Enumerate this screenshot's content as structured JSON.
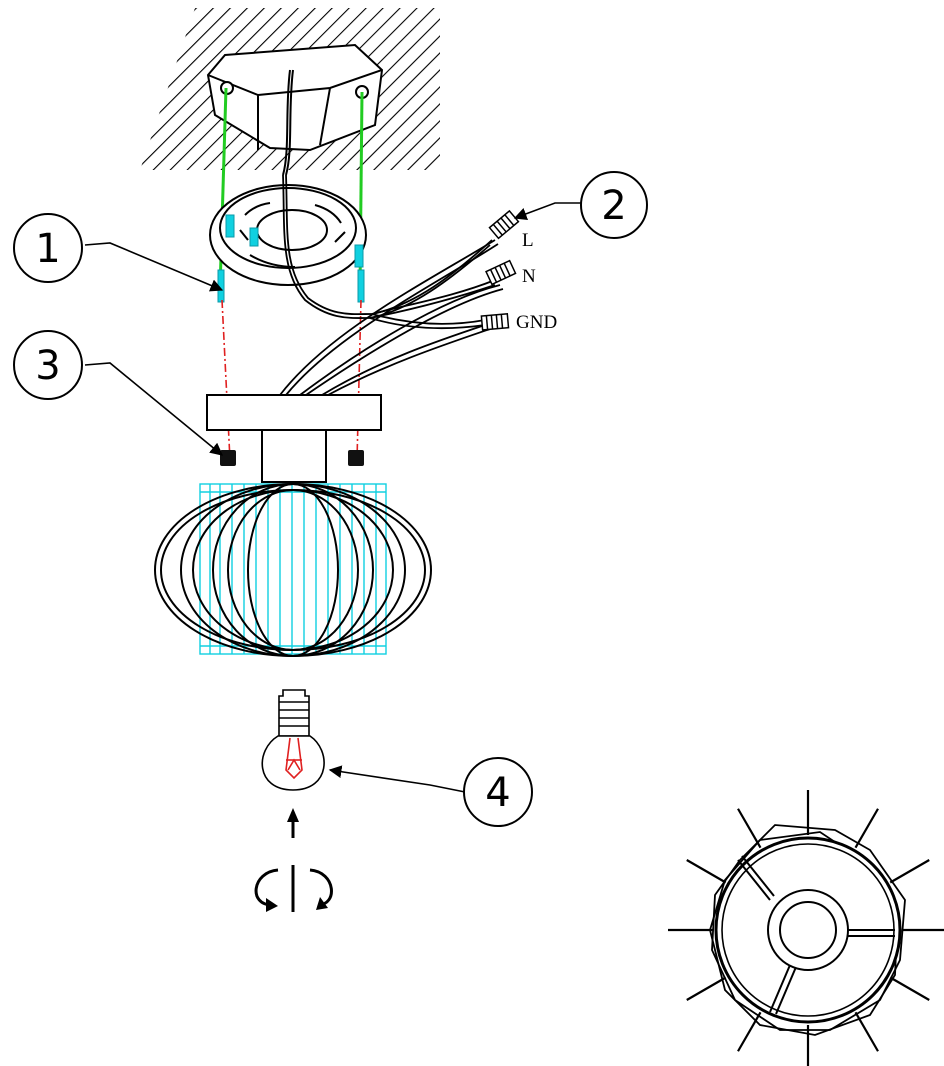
{
  "diagram": {
    "callouts": [
      {
        "id": "1",
        "label": "1"
      },
      {
        "id": "2",
        "label": "2"
      },
      {
        "id": "3",
        "label": "3"
      },
      {
        "id": "4",
        "label": "4"
      }
    ],
    "wire_labels": {
      "live": "L",
      "neutral": "N",
      "ground": "GND"
    },
    "colors": {
      "line": "#000000",
      "screw_guide": "#22cc22",
      "dashed_guide": "#e02020",
      "glass_cage": "#10d0e0",
      "filament": "#e02020"
    },
    "icons": [
      "junction-box-icon",
      "mounting-plate-icon",
      "connector-icon",
      "lamp-shade-icon",
      "bulb-icon",
      "rotate-arrow-icon",
      "top-view-icon"
    ]
  }
}
